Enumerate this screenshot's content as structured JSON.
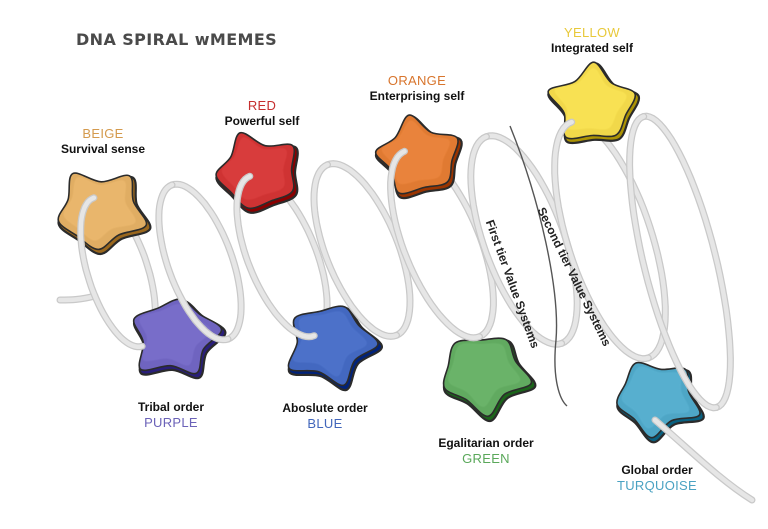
{
  "title": "DNA SPIRAL wMEMES",
  "colors": {
    "beige": "#e0ad63",
    "purple": "#6f64c0",
    "red": "#cf3333",
    "blue": "#4368c0",
    "orange": "#e07a32",
    "green": "#61aa60",
    "yellow": "#f1d84a",
    "turquoise": "#4ea6c6",
    "spiral": "#e6e6e6",
    "outline": "#2b2b2b"
  },
  "nodes": [
    {
      "id": "beige",
      "name": "BEIGE",
      "desc": "Survival sense",
      "name_color": "#d49a4d"
    },
    {
      "id": "purple",
      "name": "PURPLE",
      "desc": "Tribal order",
      "name_color": "#6b62b8"
    },
    {
      "id": "red",
      "name": "RED",
      "desc": "Powerful self",
      "name_color": "#c62f2f"
    },
    {
      "id": "blue",
      "name": "BLUE",
      "desc": "Aboslute order",
      "name_color": "#4266bb"
    },
    {
      "id": "orange",
      "name": "ORANGE",
      "desc": "Enterprising self",
      "name_color": "#d8752d"
    },
    {
      "id": "green",
      "name": "GREEN",
      "desc": "Egalitarian order",
      "name_color": "#5aa85a"
    },
    {
      "id": "yellow",
      "name": "YELLOW",
      "desc": "Integrated self",
      "name_color": "#e8c93a"
    },
    {
      "id": "turquoise",
      "name": "TURQUOISE",
      "desc": "Global order",
      "name_color": "#4aa2c2"
    }
  ],
  "tiers": {
    "first": "First tier Value Systems",
    "second": "Second tier Value Systems"
  }
}
